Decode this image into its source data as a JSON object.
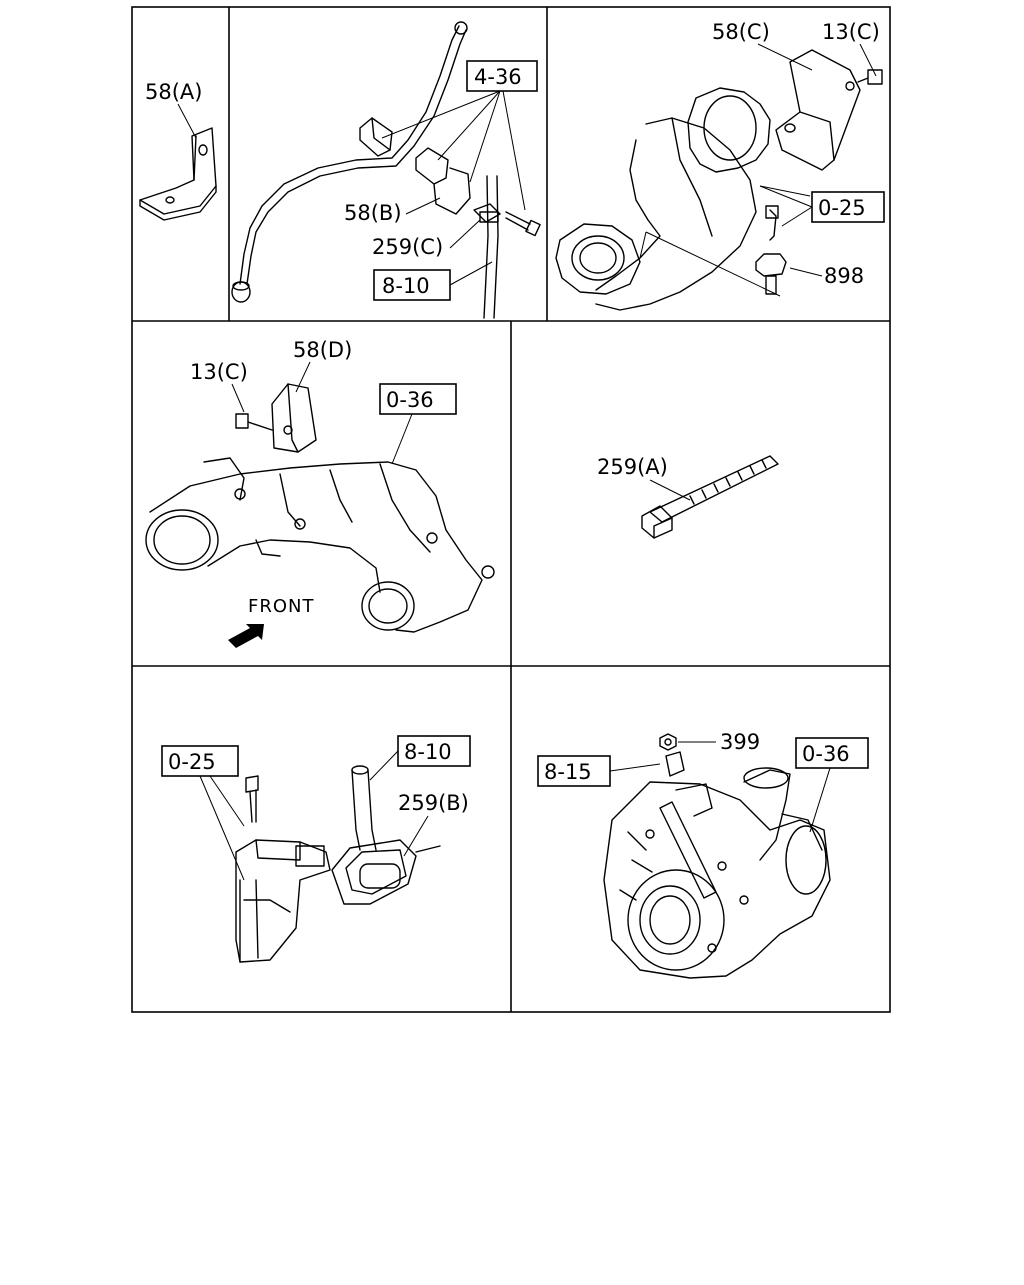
{
  "panels": {
    "a": {
      "callouts": [
        "58(A)"
      ]
    },
    "b": {
      "callouts": [
        "58(B)",
        "259(C)"
      ],
      "refs": [
        "4-36",
        "8-10"
      ]
    },
    "c": {
      "callouts": [
        "58(C)",
        "13(C)",
        "898"
      ],
      "refs": [
        "0-25"
      ]
    },
    "d": {
      "callouts": [
        "13(C)",
        "58(D)"
      ],
      "refs": [
        "0-36"
      ],
      "front_label": "FRONT"
    },
    "e": {
      "callouts": [
        "259(A)"
      ]
    },
    "f": {
      "callouts": [
        "259(B)"
      ],
      "refs": [
        "0-25",
        "8-10"
      ]
    },
    "g": {
      "callouts": [
        "399"
      ],
      "refs": [
        "8-15",
        "0-36"
      ]
    }
  }
}
